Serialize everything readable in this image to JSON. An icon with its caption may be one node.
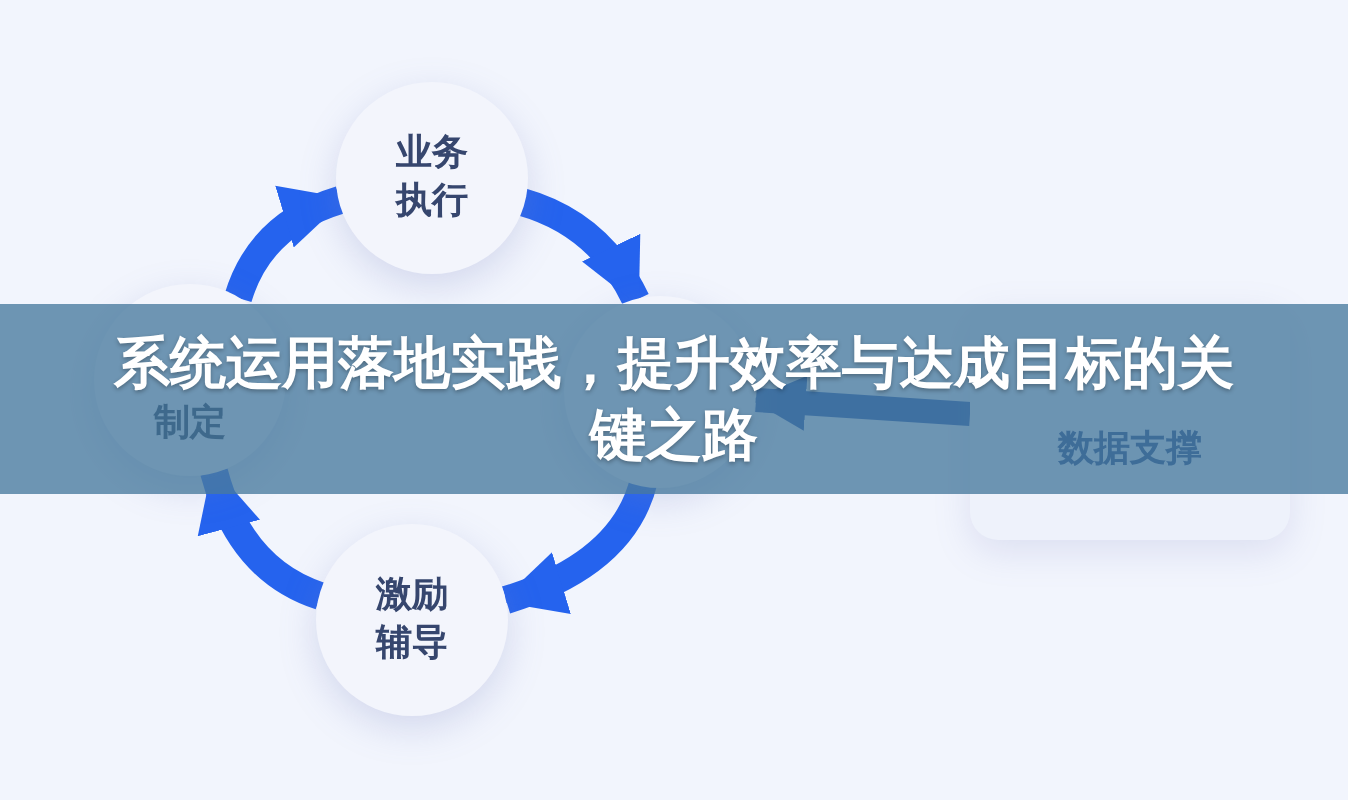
{
  "diagram": {
    "title": "系统运用落地实践，提升效率与达成目标的关键之路",
    "nodes": [
      {
        "text": [
          "业务执行"
        ]
      },
      {
        "text": [
          "制定"
        ]
      },
      {
        "text": [],
        "shape": "circle"
      },
      {
        "text": [
          "数据支撑"
        ]
      },
      {
        "text": [
          "激励辅导"
        ]
      }
    ],
    "edges": [
      {
        "from": 1,
        "to": 0,
        "arrow": "to"
      },
      {
        "from": 0,
        "to": 2,
        "arrow": "to"
      },
      {
        "from": 2,
        "to": 4,
        "arrow": "to"
      },
      {
        "from": 4,
        "to": 1,
        "arrow": "to"
      },
      {
        "from": 3,
        "to": 2,
        "arrow": "to",
        "color": "#1e4fae"
      }
    ]
  }
}
